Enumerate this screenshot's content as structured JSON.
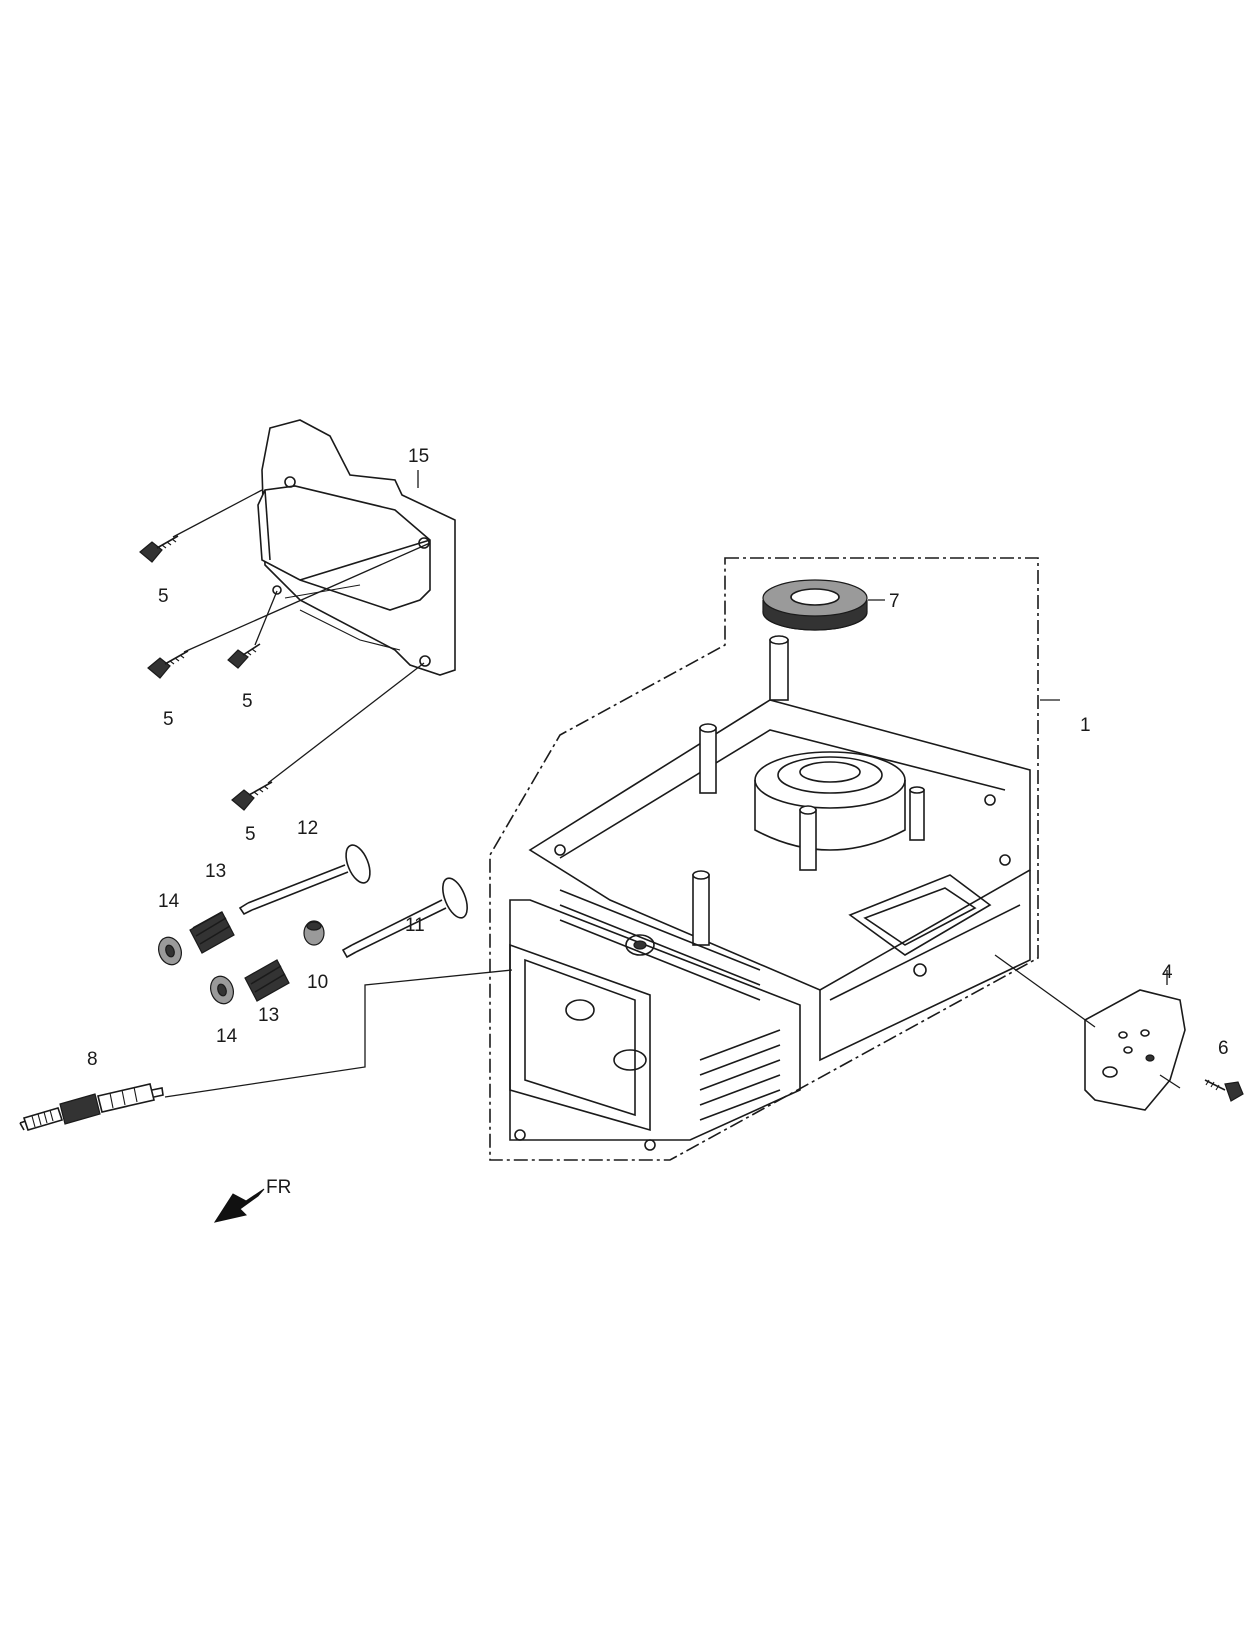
{
  "callouts": {
    "c1": "1",
    "c4": "4",
    "c5a": "5",
    "c5b": "5",
    "c5c": "5",
    "c5d": "5",
    "c6": "6",
    "c7": "7",
    "c8": "8",
    "c10": "10",
    "c11": "11",
    "c12": "12",
    "c13a": "13",
    "c13b": "13",
    "c14a": "14",
    "c14b": "14",
    "c15": "15"
  },
  "direction": {
    "label": "FR",
    "icon": "front-direction-arrow-icon"
  }
}
